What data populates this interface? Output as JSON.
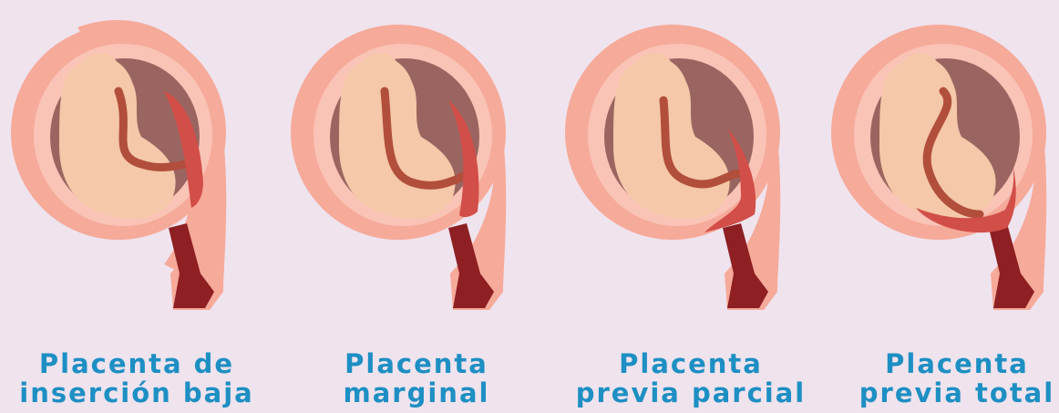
{
  "colors": {
    "background": "#efe3ee",
    "caption": "#1d8fc3",
    "uterus_outer": "#f6aa9a",
    "uterus_inner": "#f9c3b6",
    "amniotic": "#9a6560",
    "fetus": "#f4c8a8",
    "placenta": "#d24e48",
    "cervix": "#8e1f22",
    "cord": "#b24e3c"
  },
  "panels": [
    {
      "placenta": "low-lying",
      "caption_lines": [
        "Placenta de",
        "inserción baja"
      ]
    },
    {
      "placenta": "marginal",
      "caption_lines": [
        "Placenta",
        "marginal"
      ]
    },
    {
      "placenta": "partial",
      "caption_lines": [
        "Placenta",
        "previa parcial"
      ]
    },
    {
      "placenta": "total",
      "caption_lines": [
        "Placenta",
        "previa total"
      ]
    }
  ]
}
